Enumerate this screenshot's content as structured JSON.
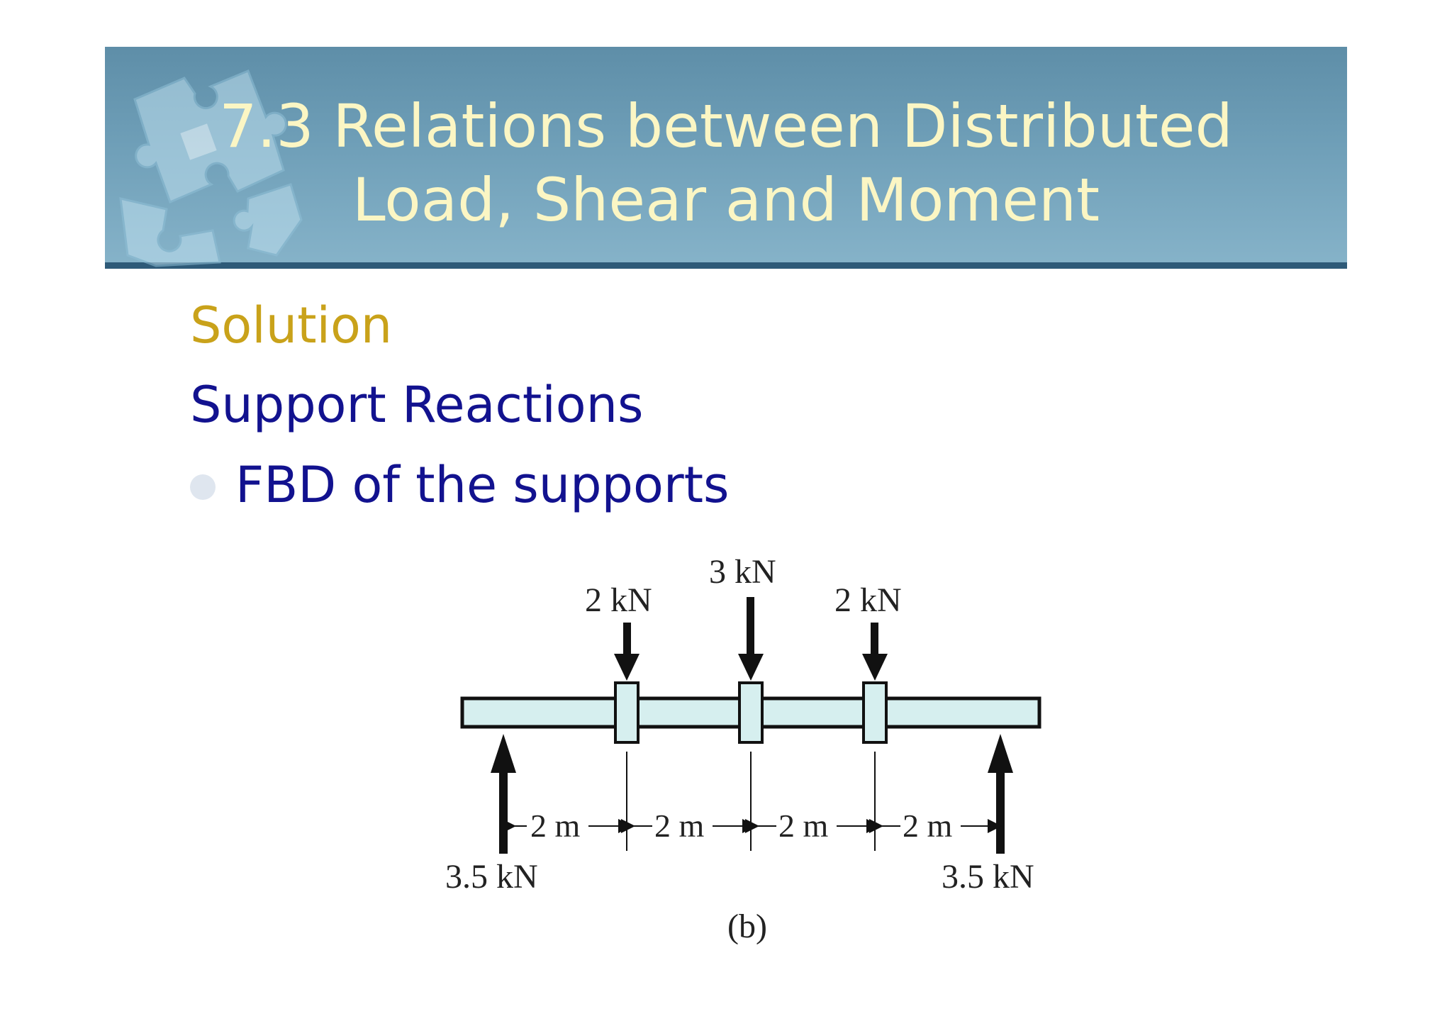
{
  "slide": {
    "title_line1": "7.3 Relations between Distributed",
    "title_line2": "Load, Shear and Moment",
    "section": "Solution",
    "subheading": "Support Reactions",
    "bullet": "FBD of the supports"
  },
  "diagram": {
    "loads": {
      "left": "2 kN",
      "middle": "3 kN",
      "right": "2 kN"
    },
    "reactions": {
      "left": "3.5 kN",
      "right": "3.5 kN"
    },
    "spans": [
      "2 m",
      "2 m",
      "2 m",
      "2 m"
    ],
    "caption": "(b)"
  },
  "colors": {
    "banner": "#6f9fb8",
    "title": "#fbf6c4",
    "section": "#c9a21a",
    "body_text": "#12128f",
    "beam_fill": "#d6efef"
  },
  "icons": {
    "banner_decoration": "puzzle-pieces-icon",
    "bullet": "bullet-dot-icon"
  }
}
